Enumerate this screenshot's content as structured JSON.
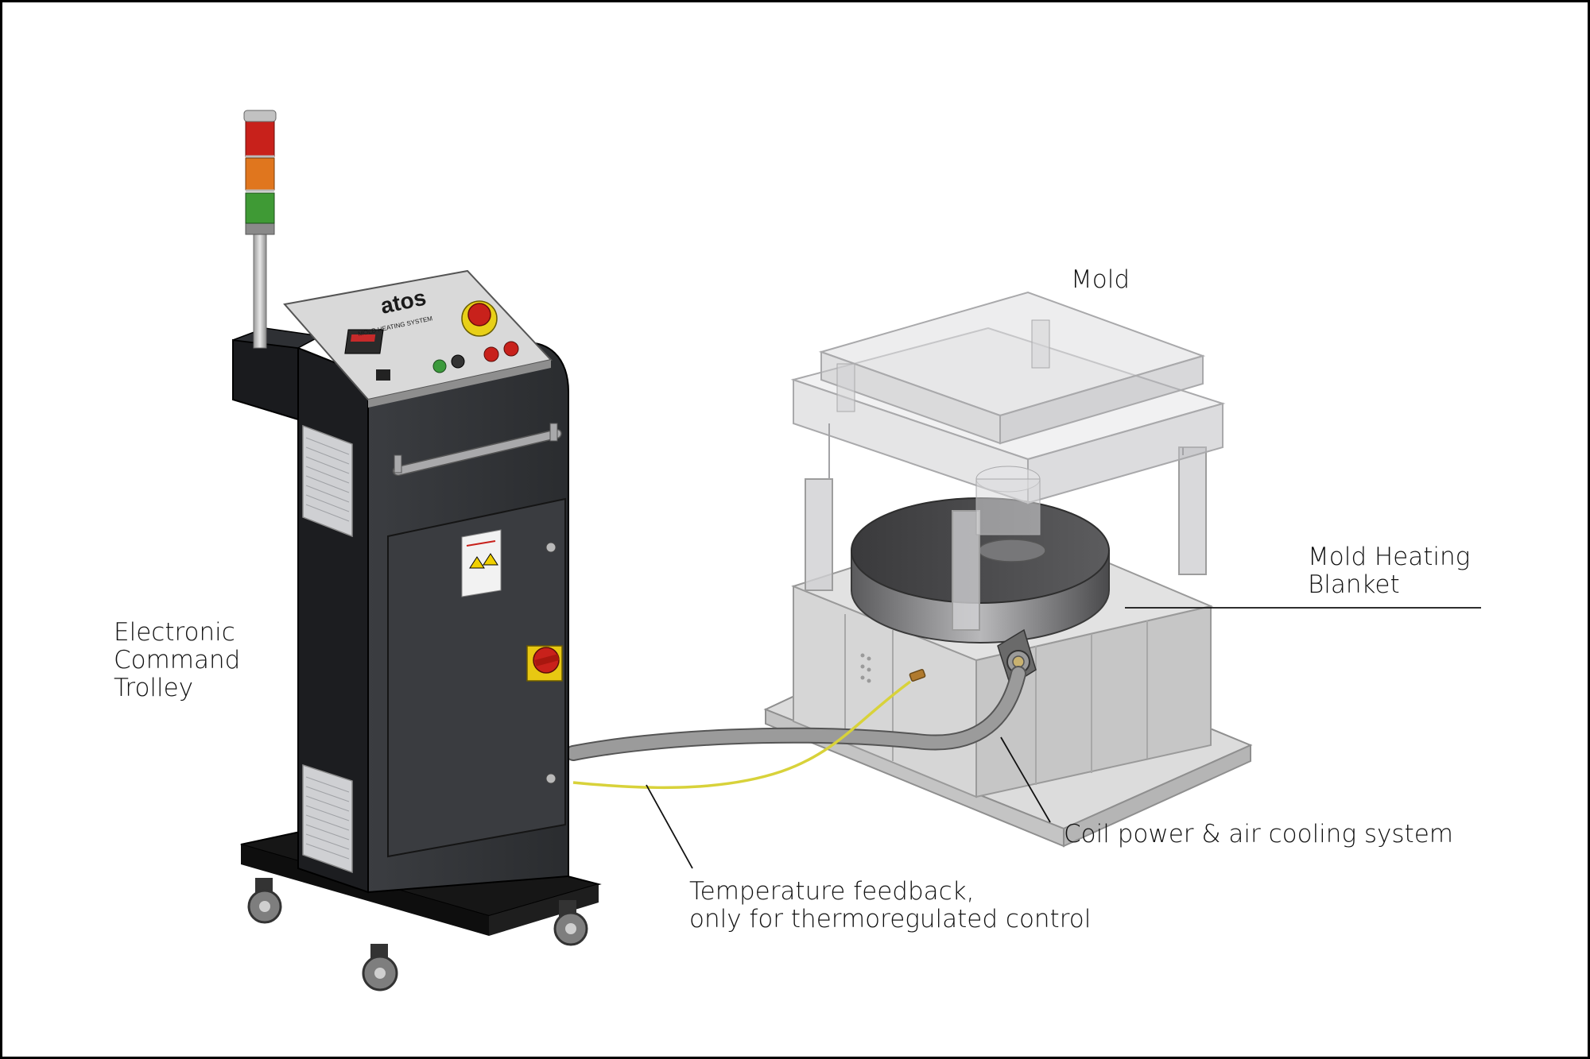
{
  "labels": {
    "mold": "Mold",
    "blanket": [
      "Mold Heating",
      "Blanket"
    ],
    "trolley": [
      "Electronic",
      "Command",
      "Trolley"
    ],
    "coil": "Coil power & air cooling system",
    "temperature": [
      "Temperature feedback,",
      "only for thermoregulated control"
    ]
  },
  "panel": {
    "brand": "atos",
    "subtitle": "MOLD HEATING SYSTEM"
  },
  "colors": {
    "cabinet": "#2a2c2f",
    "panel": "#d9d9d9",
    "lamp_red": "#c8211b",
    "lamp_orange": "#e0761e",
    "lamp_green": "#3f9a35",
    "mold_translucent": "#c9c9cc",
    "blanket": "#5a5a5c",
    "cable": "#8a8a8a",
    "sensor_wire": "#d8d23a"
  }
}
